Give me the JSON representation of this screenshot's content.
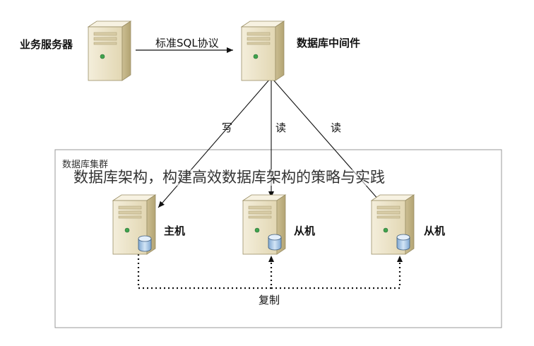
{
  "nodes": {
    "app_server": "业务服务器",
    "middleware": "数据库中间件",
    "master": "主机",
    "slave1": "从机",
    "slave2": "从机"
  },
  "edges": {
    "protocol": "标准SQL协议",
    "write": "写",
    "read1": "读",
    "read2": "读",
    "replicate": "复制"
  },
  "cluster": {
    "title": "数据库集群"
  },
  "caption": "数据库架构，构建高效数据库架构的策略与实践",
  "colors": {
    "server_body": "#ece3c6",
    "server_side": "#c9bb8e",
    "db_cylinder": "#a9c8e8",
    "line": "#111111",
    "cluster_border": "#999999"
  }
}
